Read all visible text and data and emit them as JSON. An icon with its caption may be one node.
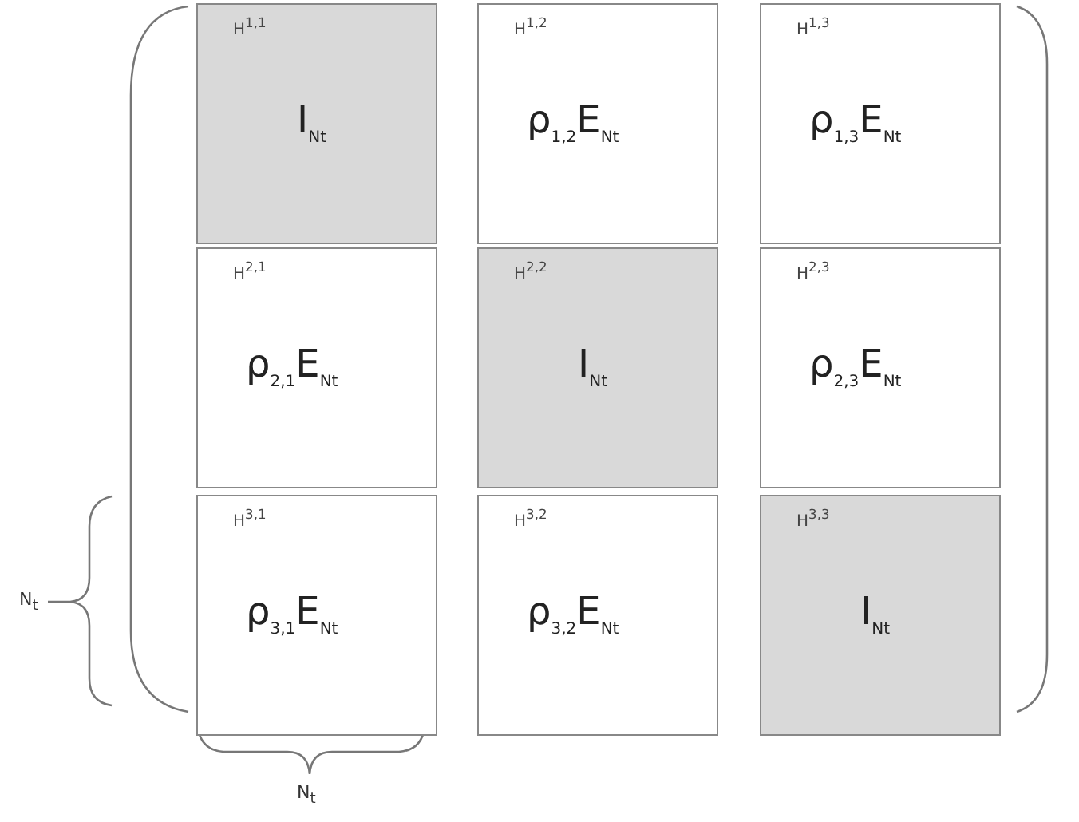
{
  "diagram": {
    "nodes": [
      {
        "text": [
          "H$^{1,1}$",
          "I$_{N}$$_{t}$"
        ]
      },
      {
        "text": [
          "H$^{1,2}$",
          "ρ$_{1,2}$E$_{N}$$_{t}$"
        ]
      },
      {
        "text": [
          "H$^{1,3}$",
          "ρ$_{1,3}$E$_{N}$$_{t}$"
        ]
      },
      {
        "text": [
          "H$^{2,1}$",
          "ρ$_{2,1}$E$_{N}$$_{t}$"
        ]
      },
      {
        "text": [
          "H$^{2,2}$",
          "I$_{N}$$_{t}$"
        ]
      },
      {
        "text": [
          "H$^{2,3}$",
          "ρ$_{2,3}$E$_{N}$$_{t}$"
        ]
      },
      {
        "text": [
          "H$^{3,1}$",
          "ρ$_{3,1}$E$_{N}$$_{t}$"
        ]
      },
      {
        "text": [
          "H$^{3,2}$",
          "ρ$_{3,2}$E$_{N}$$_{t}$"
        ]
      },
      {
        "text": [
          "H$^{3,3}$",
          "I$_{N}$$_{t}$"
        ]
      }
    ],
    "labels": [
      "N$_{t}$",
      "N$_{t}$"
    ]
  }
}
